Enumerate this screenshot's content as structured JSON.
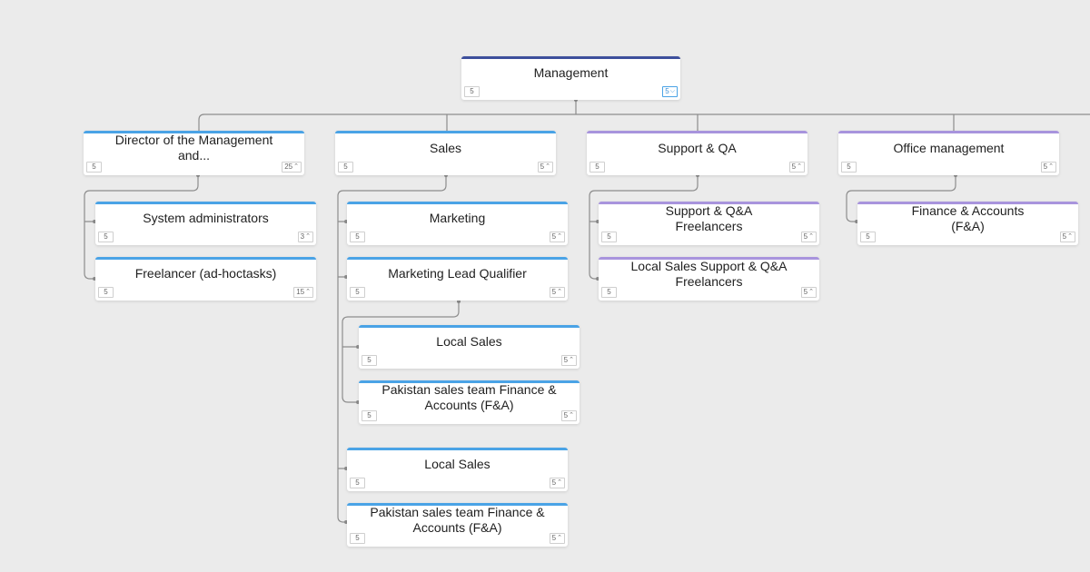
{
  "nodes": {
    "management": {
      "title": "Management",
      "count": "5",
      "toggle": "5",
      "chevron": "⌵"
    },
    "director": {
      "title": "Director of the Management and...",
      "count": "5",
      "toggle": "25",
      "chevron": "⌃"
    },
    "sales": {
      "title": "Sales",
      "count": "5",
      "toggle": "5",
      "chevron": "⌃"
    },
    "support": {
      "title": "Support & QA",
      "count": "5",
      "toggle": "5",
      "chevron": "⌃"
    },
    "office": {
      "title": "Office management",
      "count": "5",
      "toggle": "5",
      "chevron": "⌃"
    },
    "sysadmins": {
      "title": "System administrators",
      "count": "5",
      "toggle": "3",
      "chevron": "⌃"
    },
    "freelancer": {
      "title": "Freelancer (ad-hoctasks)",
      "count": "5",
      "toggle": "15",
      "chevron": "⌃"
    },
    "marketing": {
      "title": "Marketing",
      "count": "5",
      "toggle": "5",
      "chevron": "⌃"
    },
    "mlq": {
      "title": "Marketing Lead Qualifier",
      "count": "5",
      "toggle": "5",
      "chevron": "⌃"
    },
    "local_sales_1": {
      "title": "Local Sales",
      "count": "5",
      "toggle": "5",
      "chevron": "⌃"
    },
    "pakistan_1": {
      "title": "Pakistan sales team Finance & Accounts (F&A)",
      "count": "5",
      "toggle": "5",
      "chevron": "⌃"
    },
    "local_sales_2": {
      "title": "Local Sales",
      "count": "5",
      "toggle": "5",
      "chevron": "⌃"
    },
    "pakistan_2": {
      "title": "Pakistan sales team Finance & Accounts (F&A)",
      "count": "5",
      "toggle": "5",
      "chevron": "⌃"
    },
    "support_freelancers": {
      "title": "Support & Q&A Freelancers",
      "count": "5",
      "toggle": "5",
      "chevron": "⌃"
    },
    "local_support_freelancers": {
      "title": "Local Sales Support & Q&A Freelancers",
      "count": "5",
      "toggle": "5",
      "chevron": "⌃"
    },
    "finance": {
      "title": "Finance & Accounts (F&A)",
      "count": "5",
      "toggle": "5",
      "chevron": "⌃"
    }
  },
  "colors": {
    "background": "#ebebeb",
    "connector": "#8c8c8c",
    "accent_blue": "#4aa3e6",
    "accent_purple": "#a894dd",
    "accent_navy": "#3d4f9c"
  }
}
